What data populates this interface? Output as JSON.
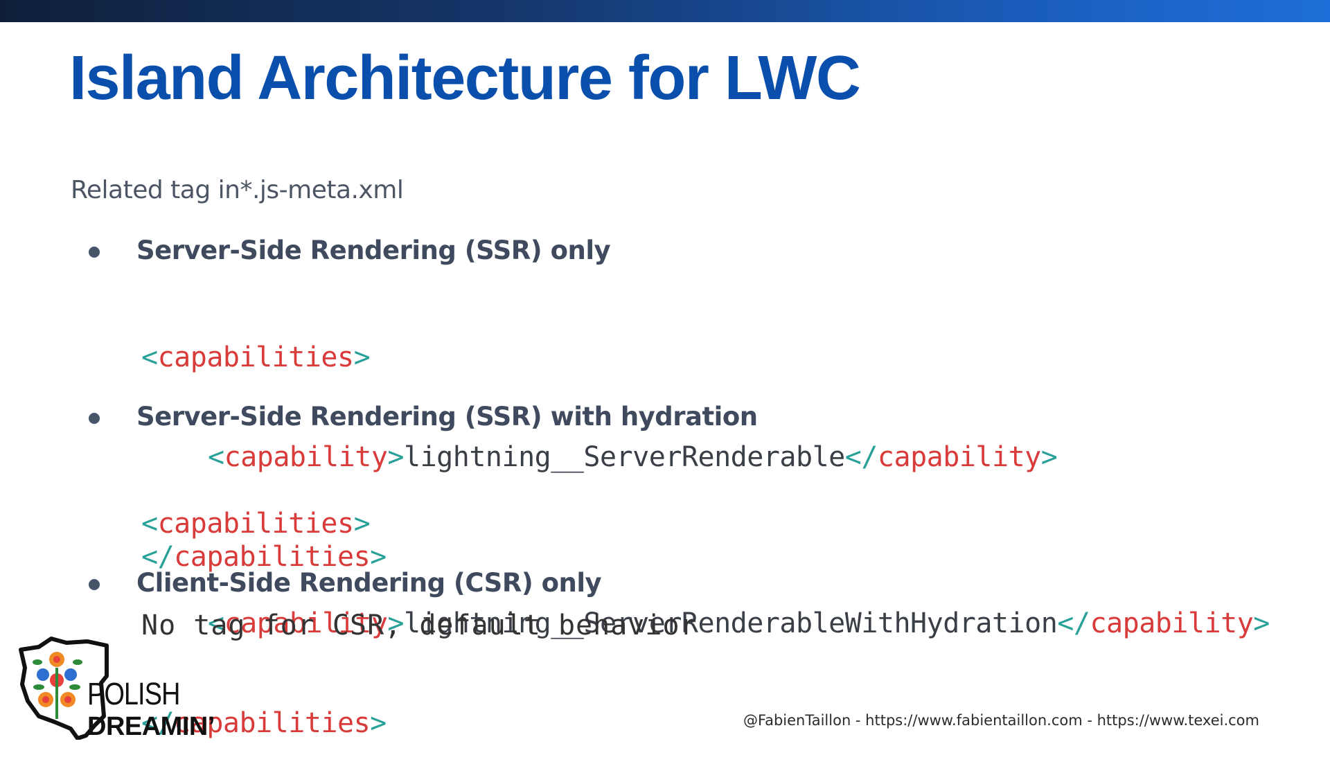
{
  "slide": {
    "title": "Island Architecture for LWC",
    "subtitle": "Related tag in*.js-meta.xml"
  },
  "sections": [
    {
      "heading": "Server-Side Rendering (SSR) only",
      "code": {
        "open_lt": "<",
        "open_name": "capabilities",
        "open_gt": ">",
        "inner_lt": "<",
        "inner_name": "capability",
        "inner_gt": ">",
        "value": "lightning__ServerRenderable",
        "inner_close_lt": "</",
        "inner_close_name": "capability",
        "inner_close_gt": ">",
        "close_lt": "</",
        "close_name": "capabilities",
        "close_gt": ">"
      }
    },
    {
      "heading": "Server-Side Rendering (SSR) with hydration",
      "code": {
        "open_lt": "<",
        "open_name": "capabilities",
        "open_gt": ">",
        "inner_lt": "<",
        "inner_name": "capability",
        "inner_gt": ">",
        "value": "lightning__ServerRenderableWithHydration",
        "inner_close_lt": "</",
        "inner_close_name": "capability",
        "inner_close_gt": ">",
        "close_lt": "</",
        "close_name": "capabilities",
        "close_gt": ">"
      }
    },
    {
      "heading": "Client-Side Rendering (CSR) only",
      "note": "No tag for CSR, default behavior"
    }
  ],
  "logo": {
    "line1": "POLISH",
    "line2": "DREAMIN’"
  },
  "footer": "@FabienTaillon - https://www.fabientaillon.com - https://www.texei.com",
  "colors": {
    "title": "#0b4fad",
    "heading": "#3f4a5e",
    "tag_bracket": "#2aa198",
    "tag_name": "#d93a3a",
    "top_bar_start": "#0f1f3a",
    "top_bar_end": "#1e6fd9"
  }
}
